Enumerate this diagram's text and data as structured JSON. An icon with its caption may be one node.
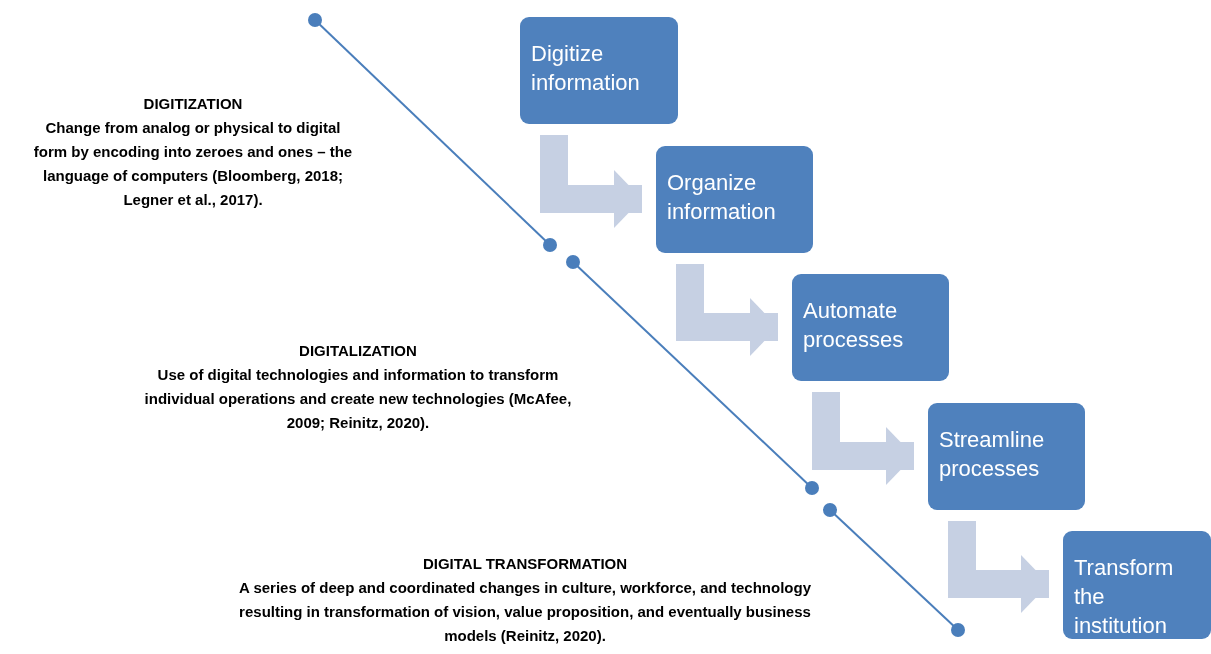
{
  "diagram": {
    "nodes": [
      {
        "text": [
          "Digitize information"
        ]
      },
      {
        "text": [
          "Organize information"
        ]
      },
      {
        "text": [
          "Automate processes"
        ]
      },
      {
        "text": [
          "Streamline processes"
        ]
      },
      {
        "text": [
          "Transform the institution"
        ]
      }
    ],
    "edges": [
      {
        "from": 0,
        "to": 1,
        "arrow": "to"
      },
      {
        "from": 1,
        "to": 2,
        "arrow": "to"
      },
      {
        "from": 2,
        "to": 3,
        "arrow": "to"
      },
      {
        "from": 3,
        "to": 4,
        "arrow": "to"
      }
    ],
    "labels": [
      "DIGITIZATION",
      "Change from analog or physical to digital form by encoding into zeroes and ones – the language of computers (Bloomberg, 2018; Legner et al., 2017).",
      "DIGITALIZATION",
      "Use of digital technologies and information to transform individual operations and create new technologies (McAfee, 2009; Reinitz, 2020).",
      "DIGITAL TRANSFORMATION",
      "A series of deep and coordinated changes in culture, workforce, and technology resulting in transformation of vision, value proposition, and eventually business models (Reinitz, 2020)."
    ]
  }
}
